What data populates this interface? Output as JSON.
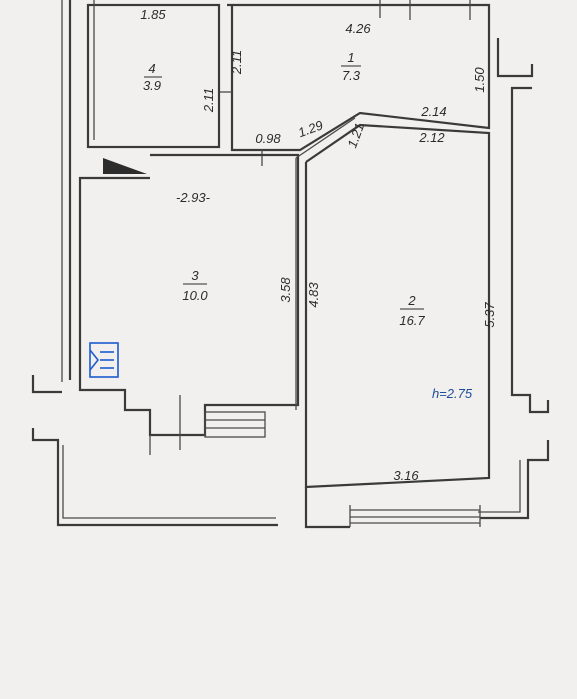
{
  "rooms": [
    {
      "number": "4",
      "area": "3.9"
    },
    {
      "number": "1",
      "area": "7.3"
    },
    {
      "number": "3",
      "area": "10.0"
    },
    {
      "number": "2",
      "area": "16.7"
    }
  ],
  "dimensions": {
    "d_1_85": "1.85",
    "d_4_26": "4.26",
    "d_2_11_a": "2.11",
    "d_2_11_b": "2.11",
    "d_1_50": "1.50",
    "d_0_98": "0.98",
    "d_1_29": "1.29",
    "d_1_21": "1.21",
    "d_2_14": "2.14",
    "d_2_12": "2.12",
    "d_2_93": "-2.93-",
    "d_3_58": "3.58",
    "d_4_83": "4.83",
    "d_5_37": "5.37",
    "d_3_16": "3.16"
  },
  "ceiling_height": "h=2.75",
  "colors": {
    "annotation_blue": "#1f4e9a",
    "wall": "#3a3a3a"
  },
  "icons": {
    "electric_panel": "electric-panel-icon",
    "ventilation": "vent-shaft-icon"
  }
}
